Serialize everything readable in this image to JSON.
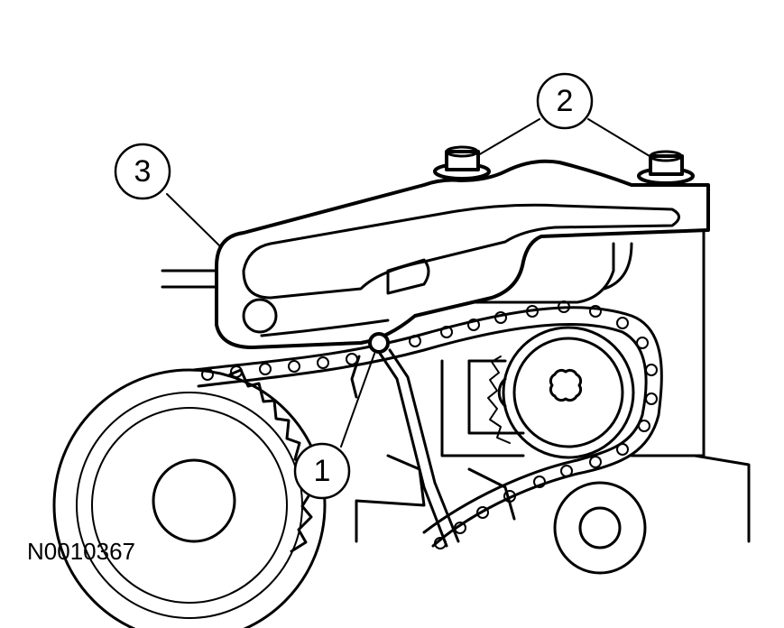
{
  "figure": {
    "id_label": "N0010367"
  },
  "callouts": [
    {
      "number": "1",
      "part": "tensioner-pin"
    },
    {
      "number": "2",
      "part": "bolts"
    },
    {
      "number": "3",
      "part": "timing-chain-tensioner-arm"
    }
  ],
  "colors": {
    "line": "#000000",
    "background": "#ffffff"
  }
}
